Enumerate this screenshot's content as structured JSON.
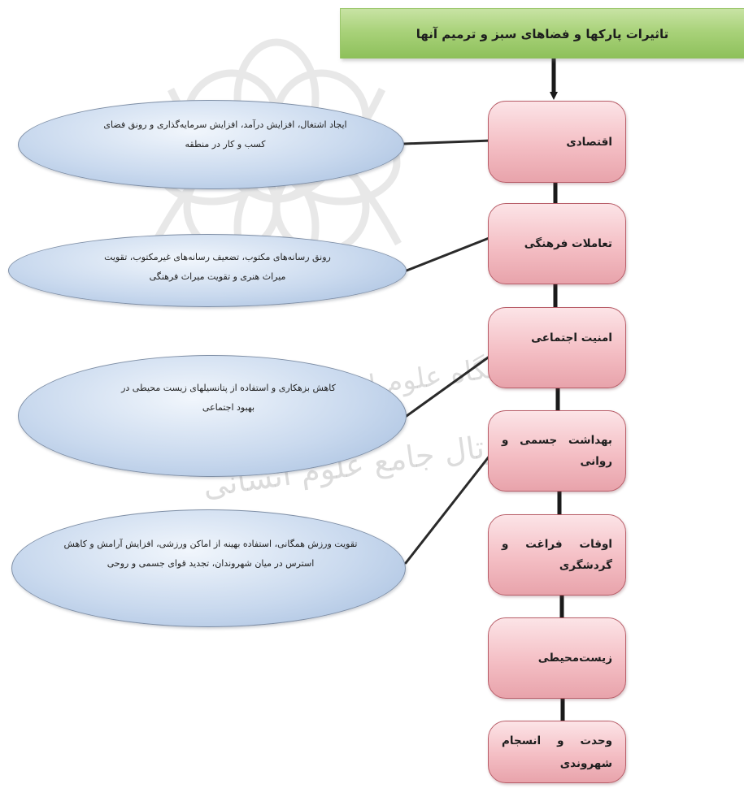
{
  "title": "تاثیرات پارکها و فضاهای سبز و ترمیم آنها",
  "categories": [
    "اقتصادی",
    "تعاملات فرهنگی",
    "امنیت اجتماعی",
    "بهداشت جسمی و روانی",
    "اوقات فراغت و گردشگری",
    "زیست‌محیطی",
    "وحدت و انسجام شهروندی"
  ],
  "effects": [
    "ایجاد اشتغال، افزایش درآمد، افزایش سرمایه‌گذاری و رونق فضای کسب و کار در منطقه",
    "رونق رسانه‌های مکتوب، تضعیف رسانه‌های غیرمکتوب، تقویت میراث هنری و تقویت میراث فرهنگی",
    "کاهش بزهکاری و استفاده از پتانسیلهای زیست محیطی در بهبود اجتماعی",
    "تقویت ورزش همگانی، استفاده بهینه از اماکن ورزشی، افزایش آرامش و کاهش استرس در میان شهروندان، تجدید قوای جسمی و روحی"
  ],
  "watermark_text": [
    "پژوهشگاه علوم انسانی و مطالعات فرهنگی",
    "پرتال جامع علوم انسانی"
  ],
  "colors": {
    "header_green": "#a9d27a",
    "category_pink": "#f4bec4",
    "ellipse_blue": "#c9d9ee",
    "connector": "#2a2a2a"
  }
}
